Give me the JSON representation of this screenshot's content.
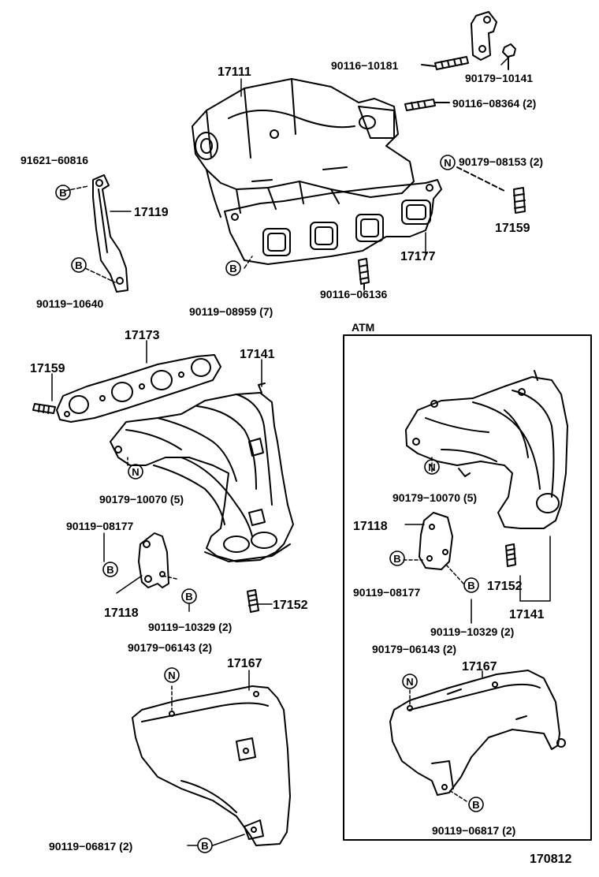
{
  "labels": {
    "p17111": "17111",
    "p90116_10181": "90116−10181",
    "p90179_10141": "90179−10141",
    "p90116_08364": "90116−08364 (2)",
    "p91621_60816": "91621−60816",
    "p17119": "17119",
    "p90179_08153": "90179−08153 (2)",
    "p17159_top": "17159",
    "p17177": "17177",
    "p90119_10640": "90119−10640",
    "p90119_08959": "90119−08959 (7)",
    "p90116_06136": "90116−06136",
    "p17173": "17173",
    "p17141": "17141",
    "p17159_mid": "17159",
    "p90179_10070": "90179−10070 (5)",
    "p90119_08177": "90119−08177",
    "p17118": "17118",
    "p90119_10329": "90119−10329 (2)",
    "p17152": "17152",
    "p90179_06143": "90179−06143 (2)",
    "p17167": "17167",
    "p90119_06817": "90119−06817 (2)",
    "atm_title": "ATM",
    "atm_90179_10070": "90179−10070 (5)",
    "atm_17118": "17118",
    "atm_90119_08177": "90119−08177",
    "atm_17152": "17152",
    "atm_17141": "17141",
    "atm_90119_10329": "90119−10329 (2)",
    "atm_90179_06143": "90179−06143 (2)",
    "atm_17167": "17167",
    "atm_90119_06817": "90119−06817 (2)",
    "diagram_id": "170812"
  },
  "markers": {
    "B": "B",
    "N": "N"
  }
}
